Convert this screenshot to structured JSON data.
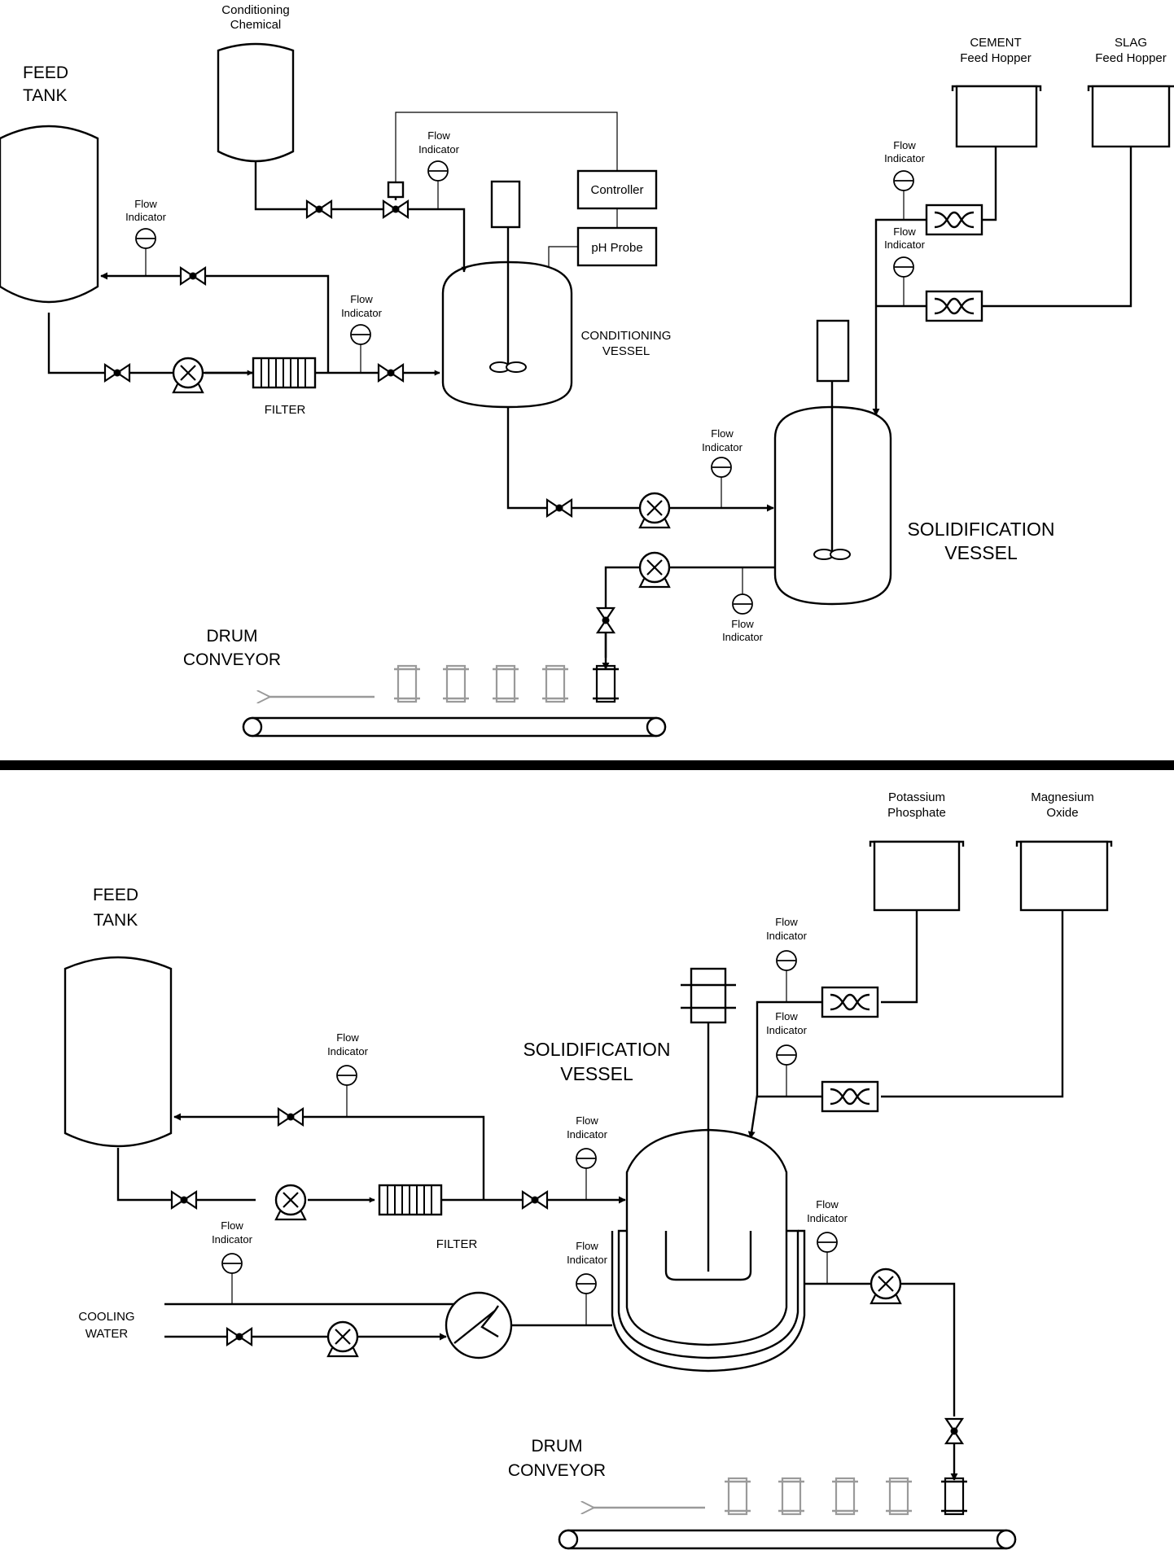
{
  "divider_color": "#000000",
  "conveyor_arrow_color": "#9a9a9a",
  "top": {
    "feed_tank": [
      "FEED",
      "TANK"
    ],
    "conditioning_chemical": [
      "Conditioning",
      "Chemical"
    ],
    "cement_hopper": [
      "CEMENT",
      "Feed Hopper"
    ],
    "slag_hopper": [
      "SLAG",
      "Feed Hopper"
    ],
    "controller": "Controller",
    "ph_probe": "pH Probe",
    "conditioning_vessel": [
      "CONDITIONING",
      "VESSEL"
    ],
    "filter": "FILTER",
    "solidification_vessel": [
      "SOLIDIFICATION",
      "VESSEL"
    ],
    "drum_conveyor": [
      "DRUM",
      "CONVEYOR"
    ],
    "flow_indicator": [
      "Flow",
      "Indicator"
    ]
  },
  "bottom": {
    "feed_tank": [
      "FEED",
      "TANK"
    ],
    "potassium_phosphate": [
      "Potassium",
      "Phosphate"
    ],
    "magnesium_oxide": [
      "Magnesium",
      "Oxide"
    ],
    "solidification_vessel": [
      "SOLIDIFICATION",
      "VESSEL"
    ],
    "filter": "FILTER",
    "cooling_water": [
      "COOLING",
      "WATER"
    ],
    "drum_conveyor": [
      "DRUM",
      "CONVEYOR"
    ],
    "flow_indicator": [
      "Flow",
      "Indicator"
    ]
  }
}
